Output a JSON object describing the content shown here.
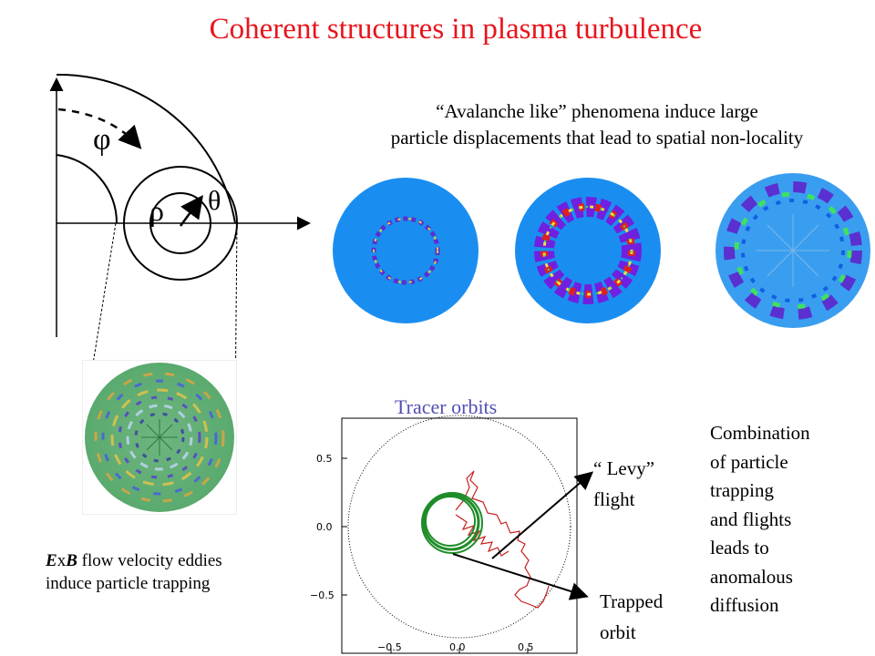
{
  "title": "Coherent structures in plasma turbulence",
  "geometry": {
    "phi_symbol": "φ",
    "rho_symbol": "ρ",
    "theta_symbol": "θ"
  },
  "avalanche": {
    "line1": "“Avalanche like” phenomena induce large",
    "line2": "particle displacements that lead to spatial non-locality"
  },
  "exb_caption": {
    "line1_italic_bold_1": "E",
    "line1_x": "x",
    "line1_italic_bold_2": "B",
    "line1_rest": " flow velocity eddies",
    "line2": "induce particle trapping"
  },
  "tracer": {
    "title": "Tracer orbits",
    "x_ticks": [
      "−0.5",
      "0.0",
      "0.5"
    ],
    "y_ticks": [
      "0.5",
      "0.0",
      "−0.5"
    ],
    "levy_label": "“ Levy”\nflight",
    "trapped_label": "Trapped\norbit"
  },
  "combination_text": "Combination\nof particle\ntrapping\nand flights\nleads to\nanomalous\ndiffusion",
  "colors": {
    "title": "#e8141c",
    "tracer_title": "#5050b4",
    "disk_blue": "#1a8ef0",
    "trapped_orbit": "#1e8c28",
    "levy_orbit": "#c81e1e",
    "eddy_green": "#5aaa6e"
  }
}
